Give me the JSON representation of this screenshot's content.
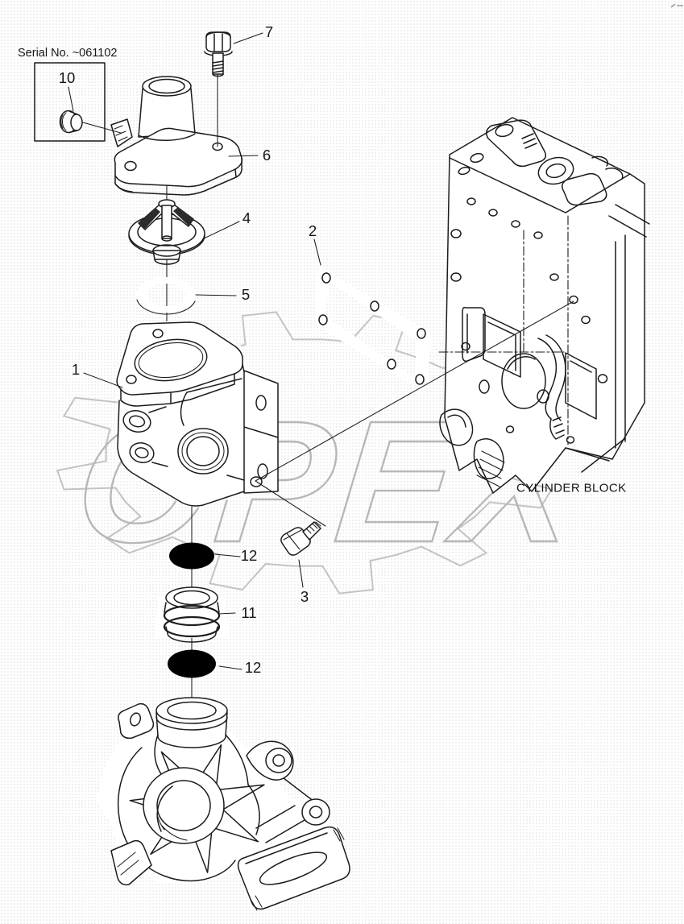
{
  "labels": {
    "serial": "Serial No. ~061102",
    "cylinder_block": "CYLINDER BLOCK",
    "watermark": "OPEX"
  },
  "callouts": {
    "c1": "1",
    "c2": "2",
    "c3": "3",
    "c4": "4",
    "c5": "5",
    "c6": "6",
    "c7": "7",
    "c10": "10",
    "c11": "11",
    "c12_top": "12",
    "c12_bottom": "12"
  }
}
